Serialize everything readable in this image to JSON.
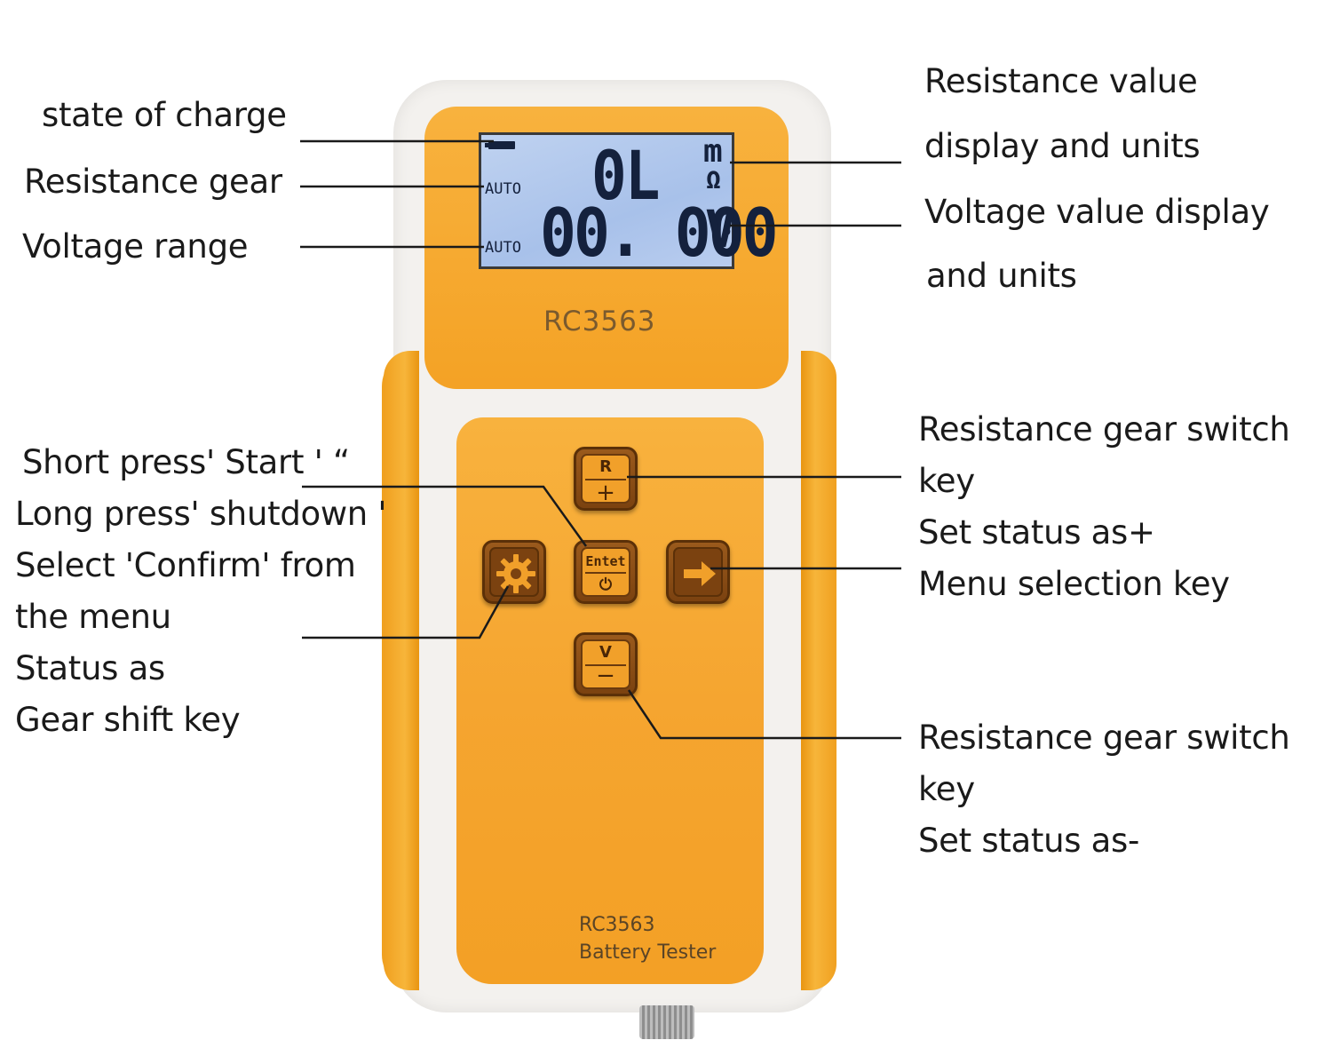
{
  "device": {
    "model": "RC3563",
    "model_bottom": "RC3563",
    "product_name": "Battery Tester",
    "lcd": {
      "resistance_value": "0L",
      "resistance_unit_top": "m",
      "resistance_unit_bottom": "Ω",
      "resistance_range": "AUTO",
      "voltage_value": "00. 000",
      "voltage_unit": "V",
      "voltage_range": "AUTO"
    },
    "keys": {
      "r_plus_top": "R",
      "r_plus_bottom": "+",
      "enter_top": "Entet",
      "enter_bottom": "⏻",
      "v_minus_top": "V",
      "v_minus_bottom": "−",
      "settings_icon": "gear-icon",
      "menu_icon": "arrow-right-icon"
    },
    "colors": {
      "body_orange": "#f4a225",
      "lcd_blue": "#b0c7ee",
      "key_brown": "#7b4210"
    }
  },
  "callouts": {
    "left": {
      "state_of_charge": "state of charge",
      "resistance_gear": "Resistance gear",
      "voltage_range": "Voltage range",
      "power_lines": [
        "Short press' Start '   “",
        "Long press' shutdown '",
        "Select 'Confirm' from",
        "the menu"
      ],
      "gear_lines": [
        "Status as",
        "Gear shift key"
      ]
    },
    "right": {
      "resistance_display_lines": [
        "Resistance value",
        "display and units"
      ],
      "voltage_display_lines": [
        "Voltage value display",
        "and units"
      ],
      "plus_key_lines": [
        "Resistance gear switch",
        "key",
        "Set status as+"
      ],
      "menu_key": "Menu selection key",
      "minus_key_lines": [
        "Resistance gear switch",
        "key",
        "Set status as-"
      ]
    }
  }
}
